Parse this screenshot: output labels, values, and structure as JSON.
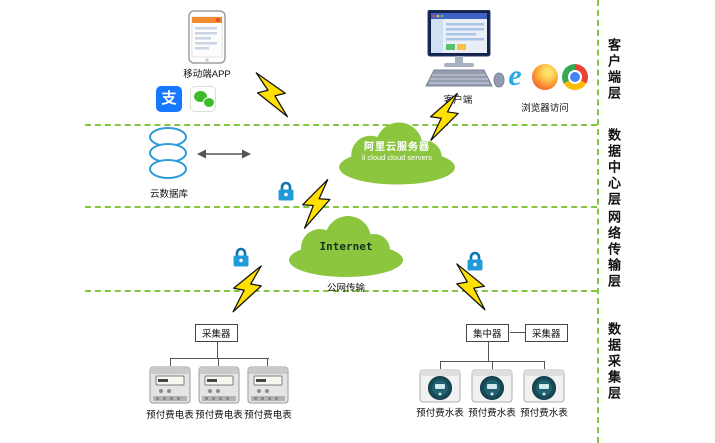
{
  "diagram": {
    "layer_labels": [
      "客户端层",
      "数据中心层",
      "网络传输层",
      "数据采集层"
    ]
  },
  "client_layer": {
    "mobile_app_label": "移动端APP",
    "alipay_glyph": "支",
    "client_label": "客户端",
    "browser_label": "浏览器访问"
  },
  "data_center_layer": {
    "cloud_db_label": "云数据库",
    "ali_cloud_line1": "阿里云服务器",
    "ali_cloud_line2": "li cloud  cloud servers"
  },
  "network_layer": {
    "internet_label": "Internet",
    "public_net_label": "公网传输"
  },
  "collection_layer": {
    "collector_left_label": "采集器",
    "concentrator_label": "集中器",
    "collector_right_label": "采集器",
    "electric_meter_labels": [
      "预付费电表",
      "预付费电表",
      "预付费电表"
    ],
    "water_meter_labels": [
      "预付费水表",
      "预付费水表",
      "预付费水表"
    ]
  },
  "colors": {
    "layer_line_green": "#86C540",
    "cloud_green": "#8CC63F",
    "lightning_yellow": "#FFE000",
    "lock_blue": "#1F9CD8",
    "alipay_blue": "#1678FF",
    "wechat_green": "#3EBB2B",
    "database_blue": "#2E9BD6"
  }
}
